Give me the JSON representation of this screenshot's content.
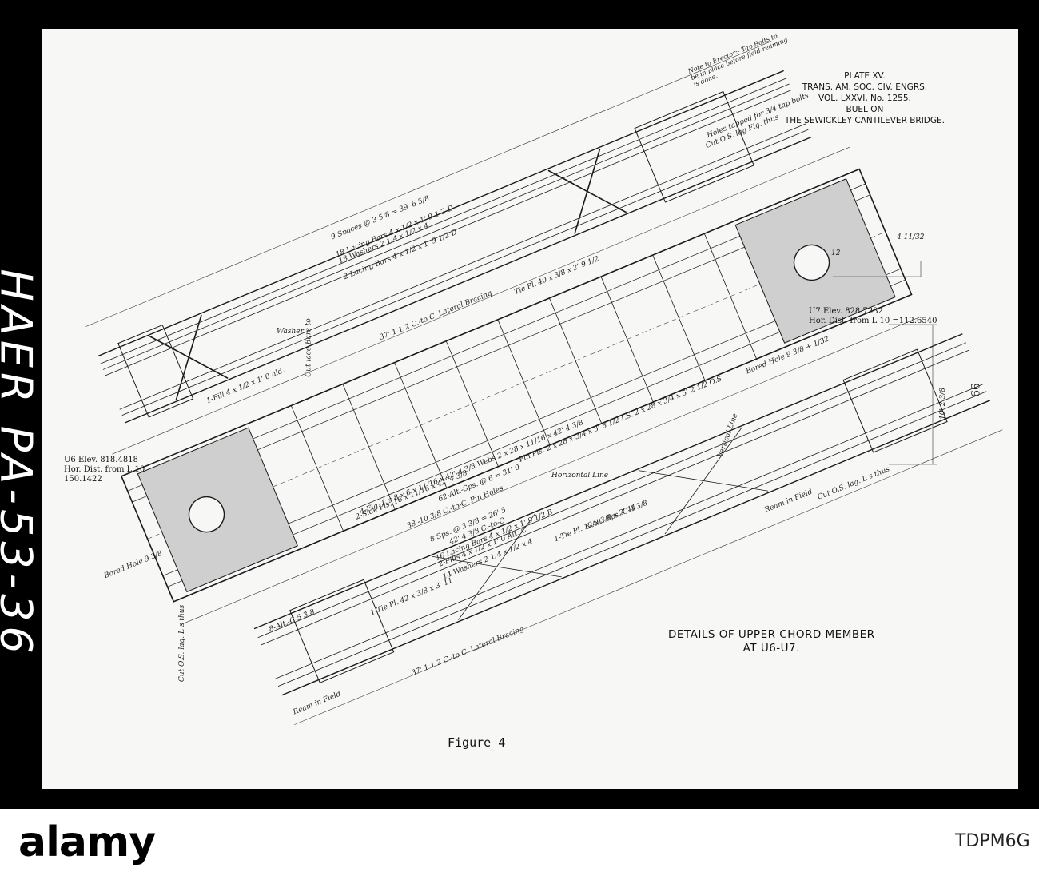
{
  "side_label": "HAER PA-53-36",
  "plate": {
    "line1": "PLATE XV.",
    "line2": "TRANS. AM. SOC. CIV. ENGRS.",
    "line3": "VOL. LXXVI, No. 1255.",
    "line4": "BUEL ON",
    "line5": "THE SEWICKLEY CANTILEVER BRIDGE."
  },
  "caption": {
    "line1": "DETAILS OF UPPER CHORD MEMBER",
    "line2": "AT U6-U7."
  },
  "figure_label": "Figure 4",
  "margin_number": "99",
  "elevation_left": {
    "line1": "U6 Elev. 818.4818",
    "line2": "Hor. Dist. from L 10",
    "line3": "150.1422"
  },
  "elevation_right": {
    "line1": "U7 Elev. 828.7232",
    "line2": "Hor. Dist. from L 10 =112.6540"
  },
  "notes": {
    "erector": "Note to Erector:- Tap Bolts to be in place before field-reaming is done.",
    "holes": "Holes tapped for 3/4 tap bolts",
    "cut_lag": "Cut O.S. lag Fig. thus",
    "spaces_top": "9 Spaces @ 3 5/8 = 39' 6 5/8",
    "lacing_top": "18 Lacing Bars 4 x 1/2 x 1' 9 1/2 D",
    "washers_top": "18 Washers 2 1/4 x 1/2 x 4",
    "lacing_top2": "2 Lacing Bars 4 x 1/2 x 1' 9 1/2 D",
    "lateral_top": "37' 1 1/2 C.-to C. Lateral Bracing",
    "fill": "1-Fill 4 x 1/2 x 1' 0 ald.",
    "tie_top": "Tie Pl. 40 x 3/8 x 2' 9 1/2",
    "cut_lace": "Cut lace Bars to",
    "washer": "Washer",
    "bored_right": "Bored Hole 9 3/8 + 1/32",
    "bored_left": "Bored Hole 9 3/8",
    "vertical": "Vertical Line",
    "horizontal": "Horizontal Line",
    "pin_pls": "Pin Pls. 2 x 28 x 3/4 x 3' 8 1/2 I.S. 2 x 28 x 3/4 x 5' 2 1/2 O.S",
    "fig_webs": "4-Fig. L s 8 x 6 x 11/16 x 42' 4 3/8 Webs 2 x 28 x 11/16 x 42' 4 3/8",
    "side_pls": "2-Side Pls. 16 x 11/16 x 42' 4 3/8",
    "alt_sps": "62-Alt.-Sps. @ 6 = 31' 0",
    "c_to_c": "38'-10 3/8 C.-to-C. Pin Holes",
    "c_to_o": "42' 4 3/8 C.-to-O",
    "ream": "Ream in Field",
    "lacing_bot": "16 Lacing Bars 4 x 1/2 x 1' 9 1/2 B",
    "fills_bot": "2-Fills 4 x 1/2 x 1' 0 Alt. C",
    "washers_bot": "14 Washers 2 1/4 x 1/2 x 4",
    "tie_bot": "1-Tie Pl. 12 x 3/8 x 3' 11",
    "tie_bot2": "1-Tie Pl. 42 x 3/8 x 3' 11",
    "sps_bot": "8 Sps. @ 3 3/8 = 26' 5",
    "lateral_bot": "37' 1 1/2 C.-to C. Lateral Bracing",
    "alt_c": "8-Alt.-C-5 3/8",
    "alt_sps2": "8-Alt.-Sps.-C-4 3/8",
    "cut_os_left": "Cut O.S. lag. L s thus",
    "cut_os_right": "Cut O.S. lag. L s thus",
    "slope": "4 11/32",
    "run": "12",
    "dim_ten": "10' 2 3/8"
  },
  "colors": {
    "frame": "#000000",
    "sheet": "#f7f7f5",
    "ink": "#111111"
  }
}
